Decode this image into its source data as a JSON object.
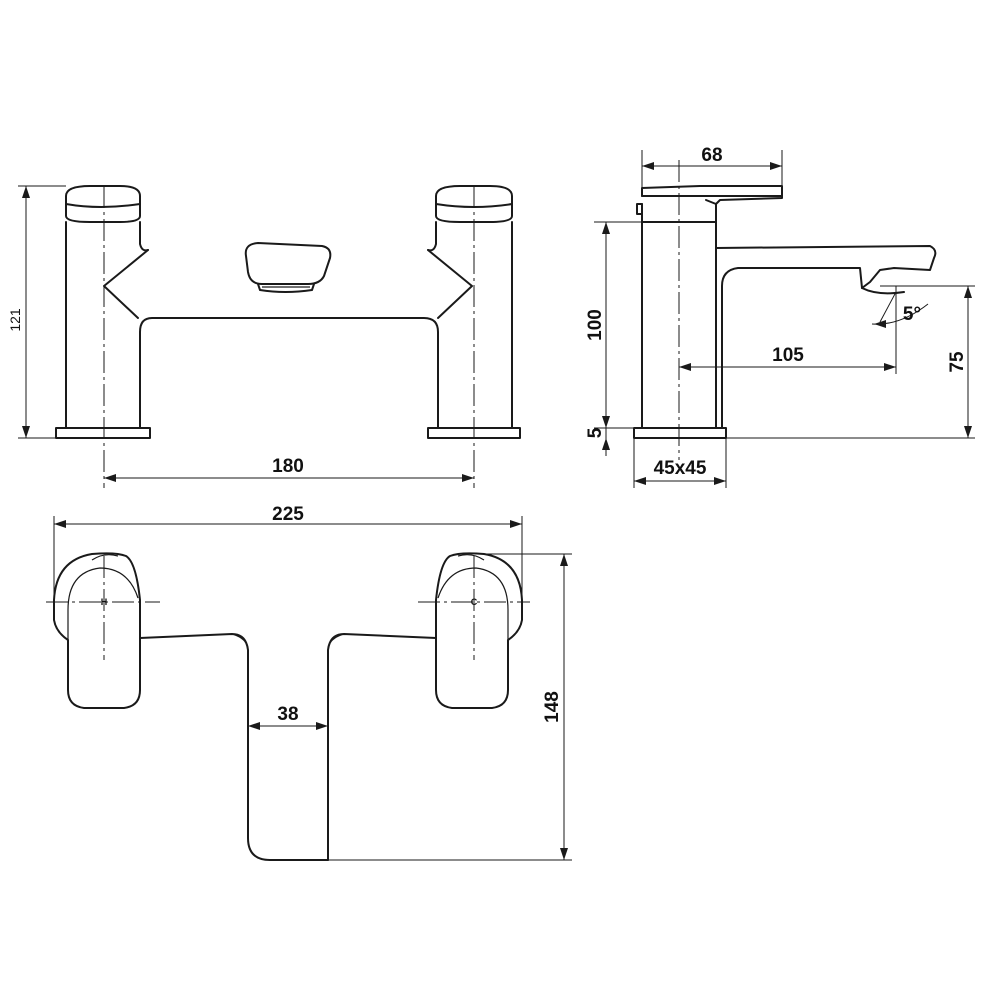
{
  "dimensions": {
    "height_total": "121",
    "handle_spacing": "180",
    "lever_depth": "68",
    "body_height": "100",
    "spout_reach": "105",
    "spout_height": "75",
    "base_thickness": "5",
    "base_size": "45x45",
    "spout_angle": "5°",
    "overall_width": "225",
    "spout_width": "38",
    "overall_depth": "148"
  },
  "handle_marks": {
    "hot": "H",
    "cold": "C"
  }
}
